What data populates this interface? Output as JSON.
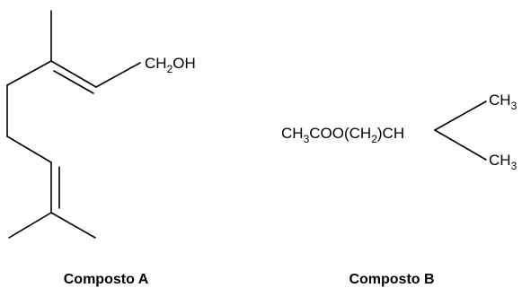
{
  "compound_a": {
    "caption": "Composto A",
    "group_main": "CH",
    "group_sub": "2",
    "group_tail": "OH"
  },
  "compound_b": {
    "caption": "Composto B",
    "formula_part1": "CH",
    "formula_sub1": "3",
    "formula_part2": "COO(CH",
    "formula_sub2": "2",
    "formula_part3": ")CH",
    "methyl_top_main": "CH",
    "methyl_top_sub": "3",
    "methyl_bottom_main": "CH",
    "methyl_bottom_sub": "3"
  }
}
